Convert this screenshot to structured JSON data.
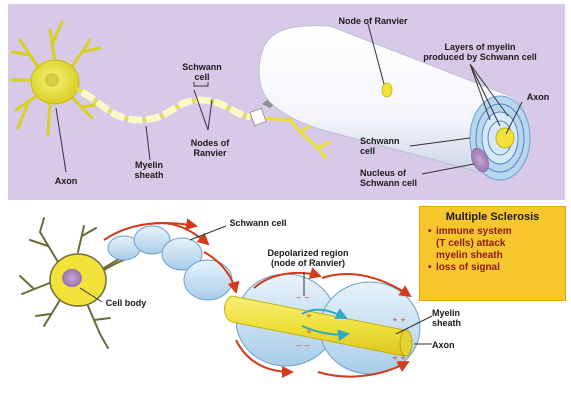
{
  "top_labels": {
    "node_of_ranvier": "Node of Ranvier",
    "layers_of_myelin": "Layers of myelin\nproduced by Schwann cell",
    "schwann_cell_top": "Schwann\ncell",
    "axon_right": "Axon",
    "schwann_cell_mid": "Schwann\ncell",
    "nucleus": "Nucleus of\nSchwann cell",
    "axon_left": "Axon",
    "myelin_sheath_top": "Myelin\nsheath",
    "nodes_of_ranvier": "Nodes of\nRanvier"
  },
  "bottom_labels": {
    "schwann_cell": "Schwann cell",
    "depolarized": "Depolarized region\n(node of Ranvier)",
    "cell_body": "Cell body",
    "myelin_sheath": "Myelin\nsheath",
    "axon": "Axon"
  },
  "ms_box": {
    "title": "Multiple Sclerosis",
    "items": [
      "immune system\n(T cells) attack\nmyelin sheath",
      "loss of signal"
    ]
  },
  "colors": {
    "top_panel": "#d9c9e8",
    "neuron_yellow": "#e8e030",
    "myelin_blue": "#c9e2f4",
    "axon_yellow": "#f2e64a",
    "arrow_red": "#d43a1c",
    "ms_box": "#f7c52c"
  }
}
